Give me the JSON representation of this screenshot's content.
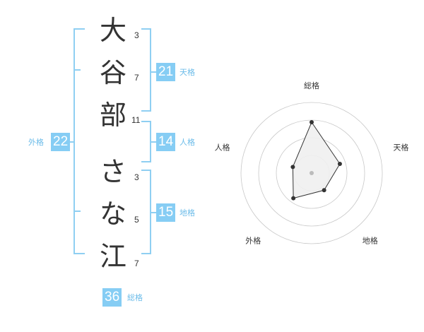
{
  "name_chars": [
    {
      "char": "大",
      "strokes": "3"
    },
    {
      "char": "谷",
      "strokes": "7"
    },
    {
      "char": "部",
      "strokes": "11"
    },
    {
      "char": "さ",
      "strokes": "3"
    },
    {
      "char": "な",
      "strokes": "5"
    },
    {
      "char": "江",
      "strokes": "7"
    }
  ],
  "fortunes": {
    "tenkaku": {
      "value": "21",
      "label": "天格"
    },
    "jinkaku": {
      "value": "14",
      "label": "人格"
    },
    "chikaku": {
      "value": "15",
      "label": "地格"
    },
    "gaikaku": {
      "value": "22",
      "label": "外格"
    },
    "soukaku": {
      "value": "36",
      "label": "総格"
    }
  },
  "chart_data": {
    "type": "radar",
    "axes": [
      "総格",
      "天格",
      "地格",
      "外格",
      "人格"
    ],
    "values": [
      36,
      21,
      15,
      22,
      14
    ],
    "levels": 4,
    "colors": {
      "fill": "#efefef",
      "line": "#333333",
      "grid": "#c8c8c8",
      "point": "#333333",
      "center": "#bbbbbb"
    }
  },
  "colors": {
    "accent": "#86cdf4",
    "bracket": "#8fcff2",
    "label": "#6cbce9"
  }
}
